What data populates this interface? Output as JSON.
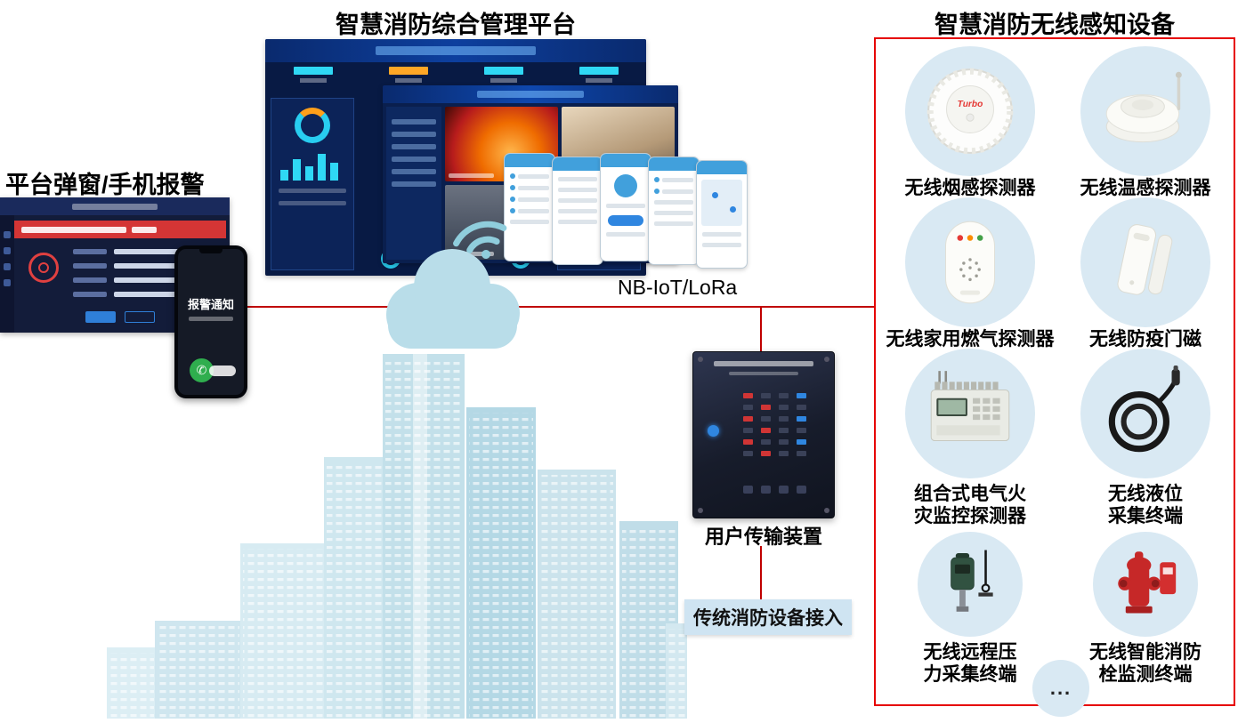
{
  "titles": {
    "platform": "智慧消防综合管理平台",
    "alarm": "平台弹窗/手机报警",
    "device_panel": "智慧消防无线感知设备"
  },
  "network": {
    "label": "NB-IoT/LoRa"
  },
  "phone": {
    "title": "报警通知"
  },
  "transmission": {
    "label": "用户传输装置"
  },
  "traditional": {
    "label": "传统消防设备接入"
  },
  "branding": {
    "smoke_detector_logo": "Turbo"
  },
  "devices": {
    "items": [
      {
        "label": "无线烟感探测器",
        "icon": "smoke-detector-icon"
      },
      {
        "label": "无线温感探测器",
        "icon": "temperature-detector-icon"
      },
      {
        "label": "无线家用燃气探测器",
        "icon": "gas-detector-icon"
      },
      {
        "label": "无线防疫门磁",
        "icon": "door-magnet-icon"
      },
      {
        "label": "组合式电气火\n灾监控探测器",
        "icon": "electrical-fire-monitor-icon"
      },
      {
        "label": "无线液位\n采集终端",
        "icon": "liquid-level-terminal-icon"
      },
      {
        "label": "无线远程压\n力采集终端",
        "icon": "pressure-terminal-icon"
      },
      {
        "label": "无线智能消防\n栓监测终端",
        "icon": "fire-hydrant-terminal-icon"
      }
    ],
    "more": "..."
  },
  "colors": {
    "connector": "#c00000",
    "panel_border": "#e60000",
    "circle_bg": "#d9e9f3",
    "cloud": "#b9dde9"
  }
}
